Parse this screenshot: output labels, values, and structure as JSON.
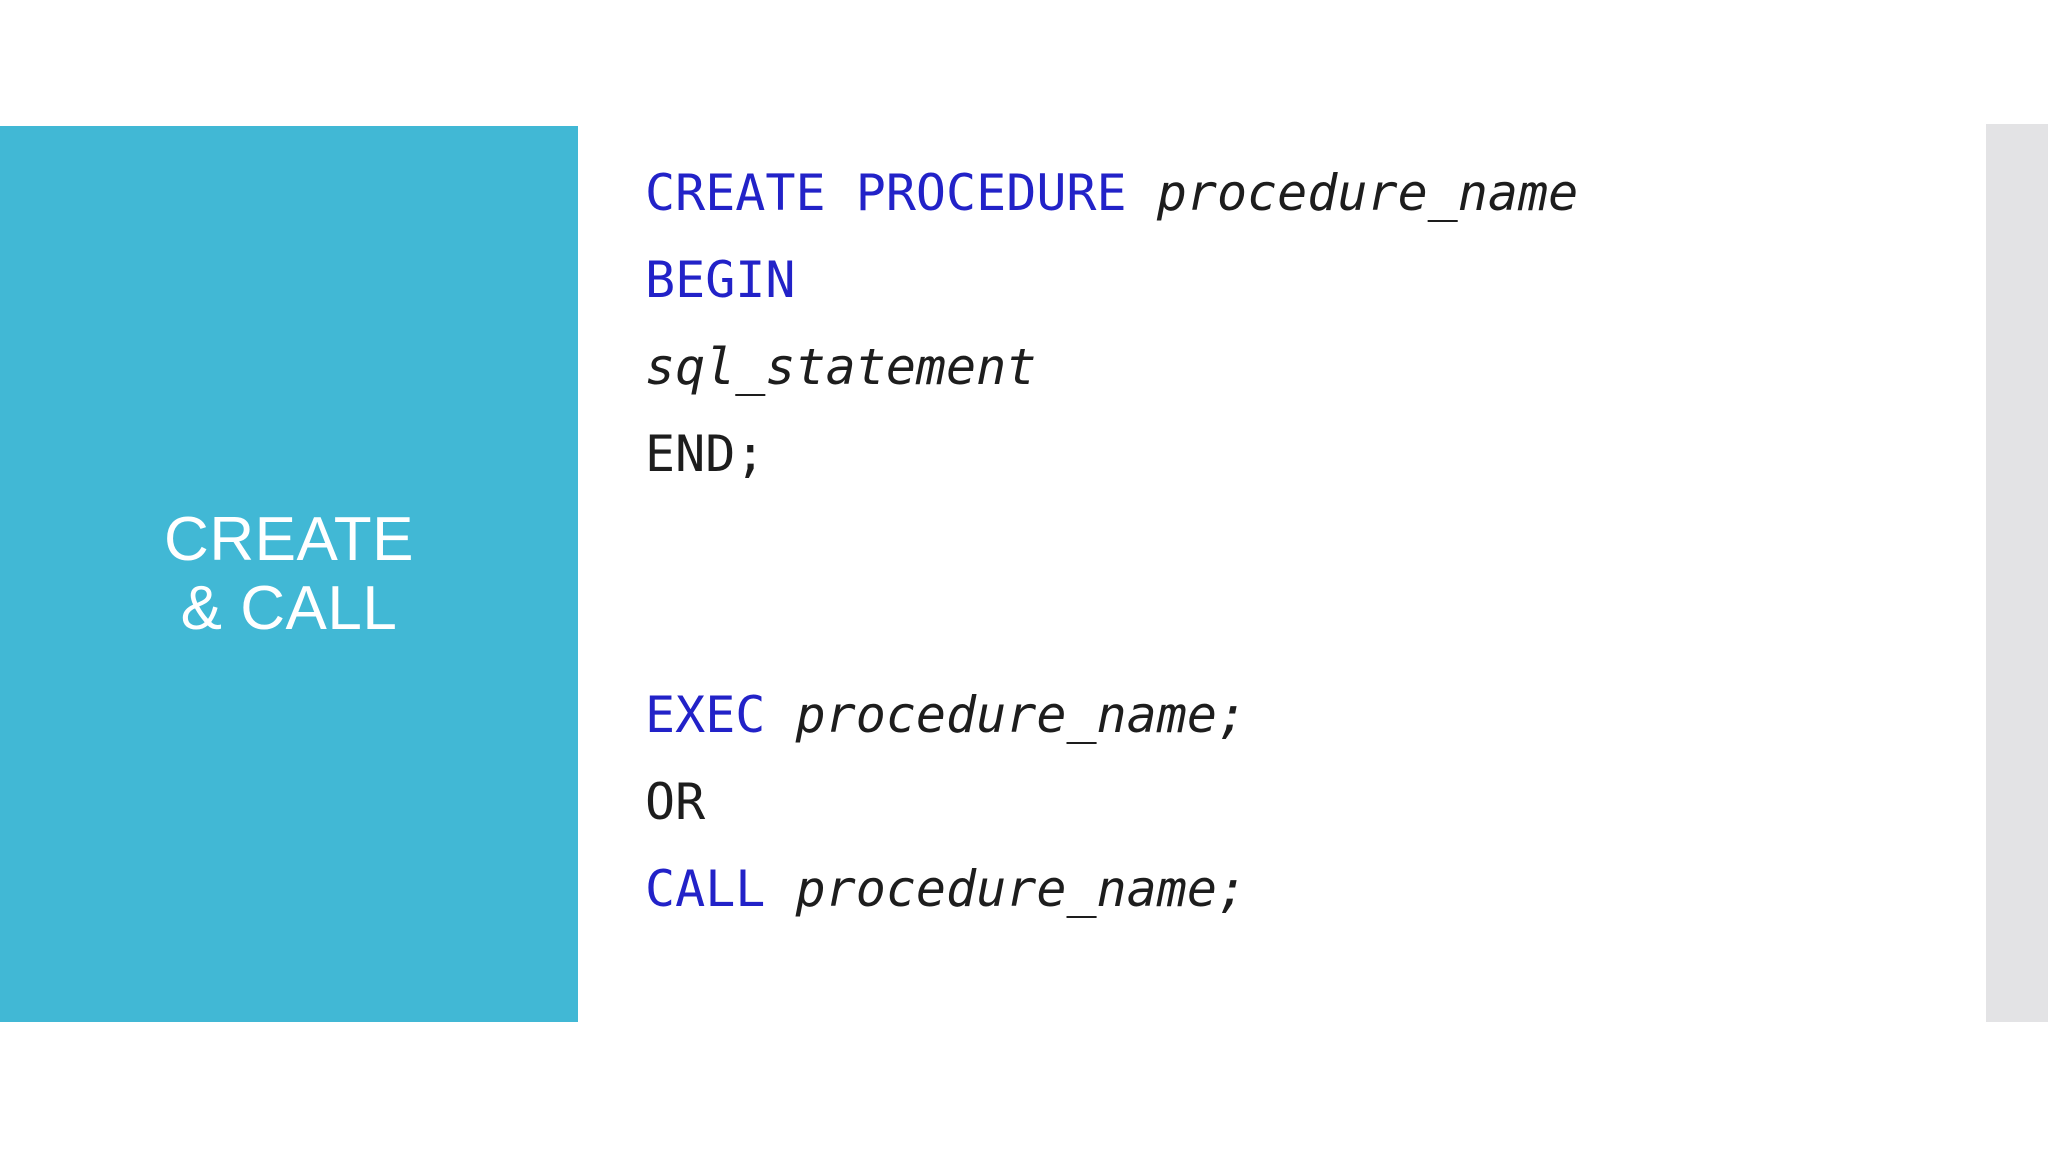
{
  "slide": {
    "background_color": "#ffffff",
    "title_panel": {
      "accent_color": "#41b8d5",
      "title": "CREATE\n& CALL"
    },
    "edge_panel": {
      "color": "#e3e3e5"
    },
    "code": {
      "keyword_color": "#2222c8",
      "text_color": "#1d1d1d",
      "lines": [
        {
          "id": "create-procedure",
          "segments": [
            {
              "text": "CREATE PROCEDURE ",
              "style": "kw"
            },
            {
              "text": "procedure_name",
              "style": "ident"
            }
          ]
        },
        {
          "id": "begin",
          "segments": [
            {
              "text": "BEGIN",
              "style": "kw"
            }
          ]
        },
        {
          "id": "sql-statement",
          "segments": [
            {
              "text": "sql_statement",
              "style": "ident"
            }
          ]
        },
        {
          "id": "end",
          "segments": [
            {
              "text": "END;",
              "style": "plain"
            }
          ]
        },
        {
          "id": "spacer-1",
          "segments": []
        },
        {
          "id": "spacer-2",
          "segments": []
        },
        {
          "id": "exec-call",
          "segments": [
            {
              "text": "EXEC ",
              "style": "kw"
            },
            {
              "text": "procedure_name;",
              "style": "ident"
            }
          ]
        },
        {
          "id": "or",
          "segments": [
            {
              "text": "OR",
              "style": "plain"
            }
          ]
        },
        {
          "id": "call",
          "segments": [
            {
              "text": "CALL ",
              "style": "kw"
            },
            {
              "text": "procedure_name;",
              "style": "ident"
            }
          ]
        }
      ]
    }
  }
}
